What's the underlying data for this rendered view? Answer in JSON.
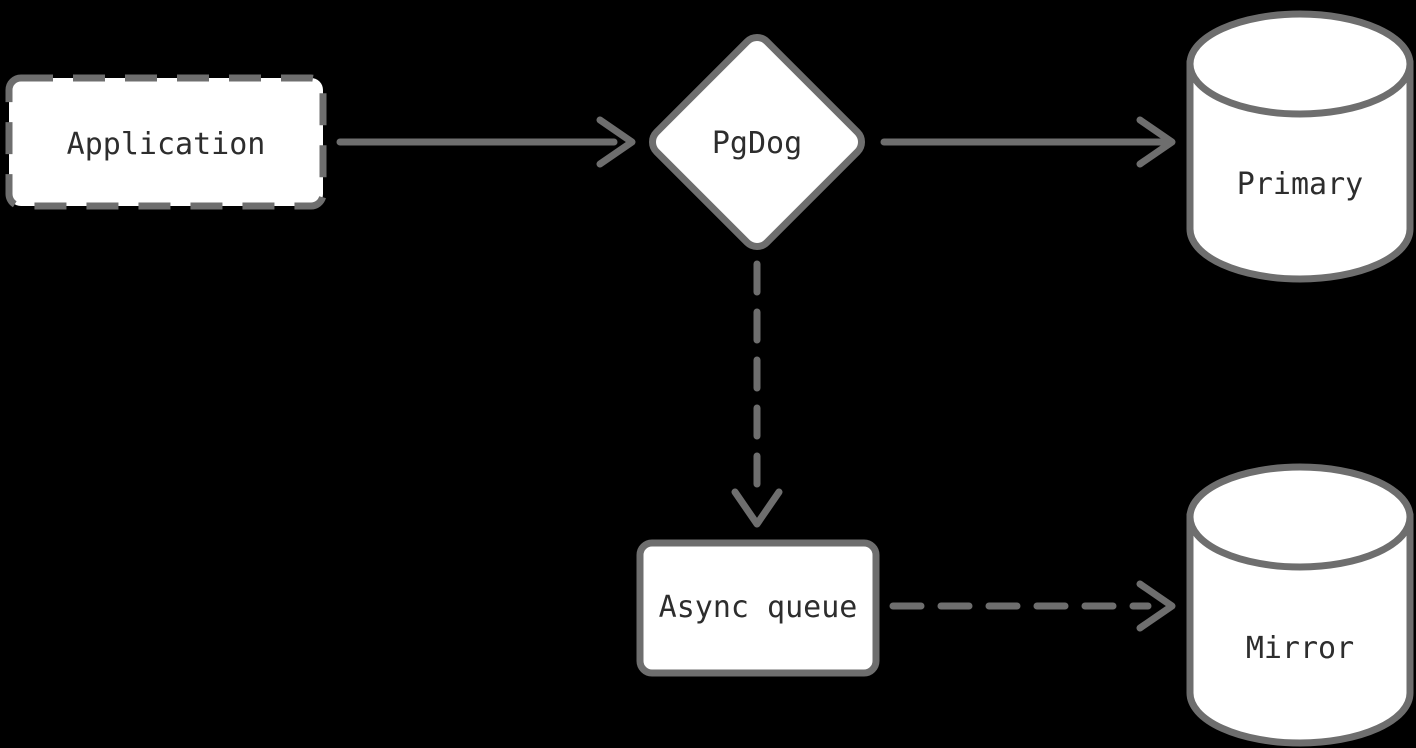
{
  "diagram": {
    "background_color": "#000000",
    "node_fill_color": "#ffffff",
    "stroke_color": "#6e6e6e",
    "label_color": "#2d2d2d",
    "nodes": {
      "application": {
        "label": "Application",
        "shape": "dashed-rounded-rectangle"
      },
      "pgdog": {
        "label": "PgDog",
        "shape": "diamond"
      },
      "primary": {
        "label": "Primary",
        "shape": "database-cylinder"
      },
      "async_queue": {
        "label": "Async queue",
        "shape": "rounded-rectangle"
      },
      "mirror": {
        "label": "Mirror",
        "shape": "database-cylinder"
      }
    },
    "edges": [
      {
        "from": "Application",
        "to": "PgDog",
        "style": "solid-arrow"
      },
      {
        "from": "PgDog",
        "to": "Primary",
        "style": "solid-arrow"
      },
      {
        "from": "PgDog",
        "to": "Async queue",
        "style": "dashed-arrow"
      },
      {
        "from": "Async queue",
        "to": "Mirror",
        "style": "dashed-arrow"
      }
    ]
  }
}
